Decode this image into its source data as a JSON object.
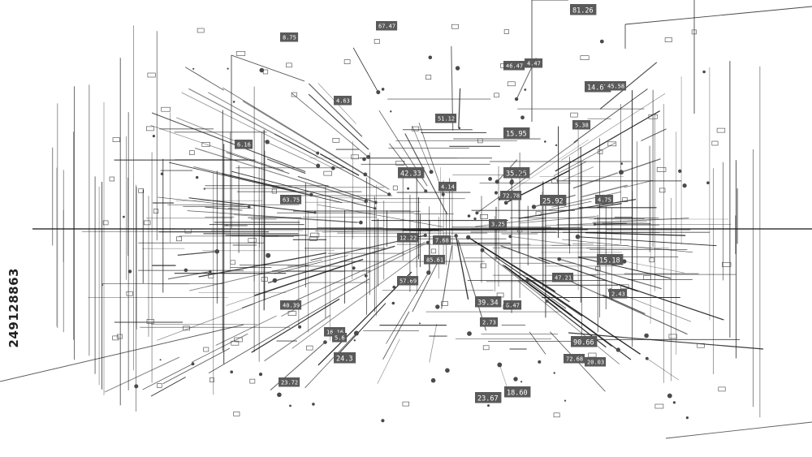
{
  "image": {
    "stock_id": "249128863",
    "colors": {
      "background": "#ffffff",
      "line": "#1a1a1a",
      "label_box": "#5a5a5a",
      "label_text": "#ffffff"
    },
    "labels": [
      "81.26",
      "67.47",
      "8.75",
      "14.67",
      "45.58",
      "4.63",
      "51.12",
      "46.47",
      "4.47",
      "6.16",
      "15.95",
      "42.33",
      "35.25",
      "5.38",
      "25.92",
      "4.75",
      "63.75",
      "12.22",
      "7.68",
      "85.61",
      "15.18",
      "57.69",
      "47.21",
      "2.43",
      "40.39",
      "39.34",
      "16.16",
      "5.6",
      "24.3",
      "23.72",
      "2.73",
      "6.47",
      "90.66",
      "72.68",
      "20.03",
      "23.67",
      "18.60",
      "72.78",
      "4.14",
      "3.25"
    ]
  }
}
